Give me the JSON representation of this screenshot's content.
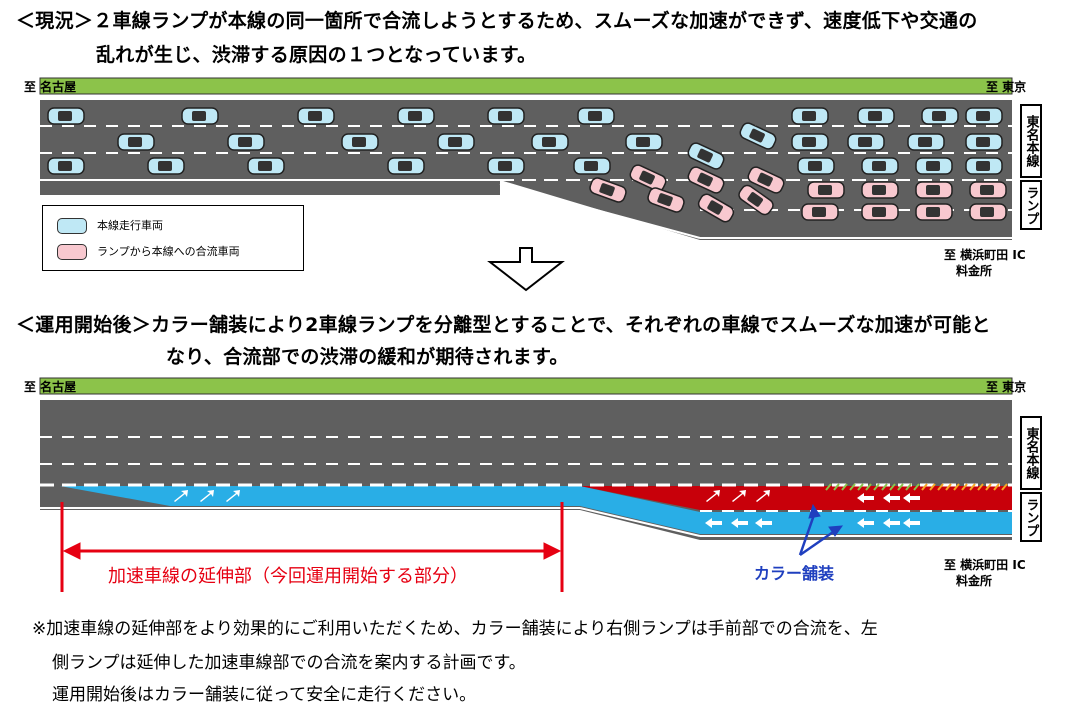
{
  "top": {
    "heading_line1": "＜現況＞２車線ランプが本線の同一箇所で合流しようとするため、スムーズな加速ができず、速度低下や交通の",
    "heading_line2": "乱れが生じ、渋滞する原因の１つとなっています。",
    "left_label": "至 名古屋",
    "right_label": "至 東京",
    "mainline_label": "東名本線",
    "ramp_label": "ランプ",
    "bottom_right_label_1": "至 横浜町田 IC",
    "bottom_right_label_2": "料金所",
    "legend": [
      {
        "label": "本線走行車両",
        "color": "#bfe8f5"
      },
      {
        "label": "ランプから本線への合流車両",
        "color": "#f8c8cf"
      }
    ]
  },
  "bottom": {
    "heading_line1": "＜運用開始後＞カラー舗装により2車線ランプを分離型とすることで、それぞれの車線でスムーズな加速が可能と",
    "heading_line2": "なり、合流部での渋滞の緩和が期待されます。",
    "left_label": "至 名古屋",
    "right_label": "至 東京",
    "mainline_label": "東名本線",
    "ramp_label": "ランプ",
    "bottom_right_label_1": "至 横浜町田 IC",
    "bottom_right_label_2": "料金所",
    "extension_label": "加速車線の延伸部（今回運用開始する部分）",
    "color_paving_label": "カラー舗装"
  },
  "note": {
    "line1": "※加速車線の延伸部をより効果的にご利用いただくため、カラー舗装により右側ランプは手前部での合流を、左",
    "line2": "側ランプは延伸した加速車線部での合流を案内する計画です。",
    "line3": "運用開始後はカラー舗装に従って安全に走行ください。"
  },
  "colors": {
    "road": "#5f5f5f",
    "median": "#8cc34a",
    "blue_paving": "#29aee6",
    "red_paving": "#c8000a",
    "annotation_red": "#e60012",
    "annotation_blue": "#1f3fbf"
  }
}
